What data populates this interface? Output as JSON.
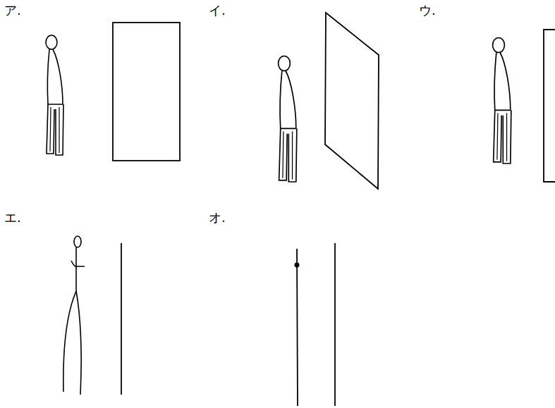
{
  "diagram": {
    "labels": [
      "ア.",
      "イ.",
      "ウ.",
      "エ.",
      "オ."
    ]
  }
}
